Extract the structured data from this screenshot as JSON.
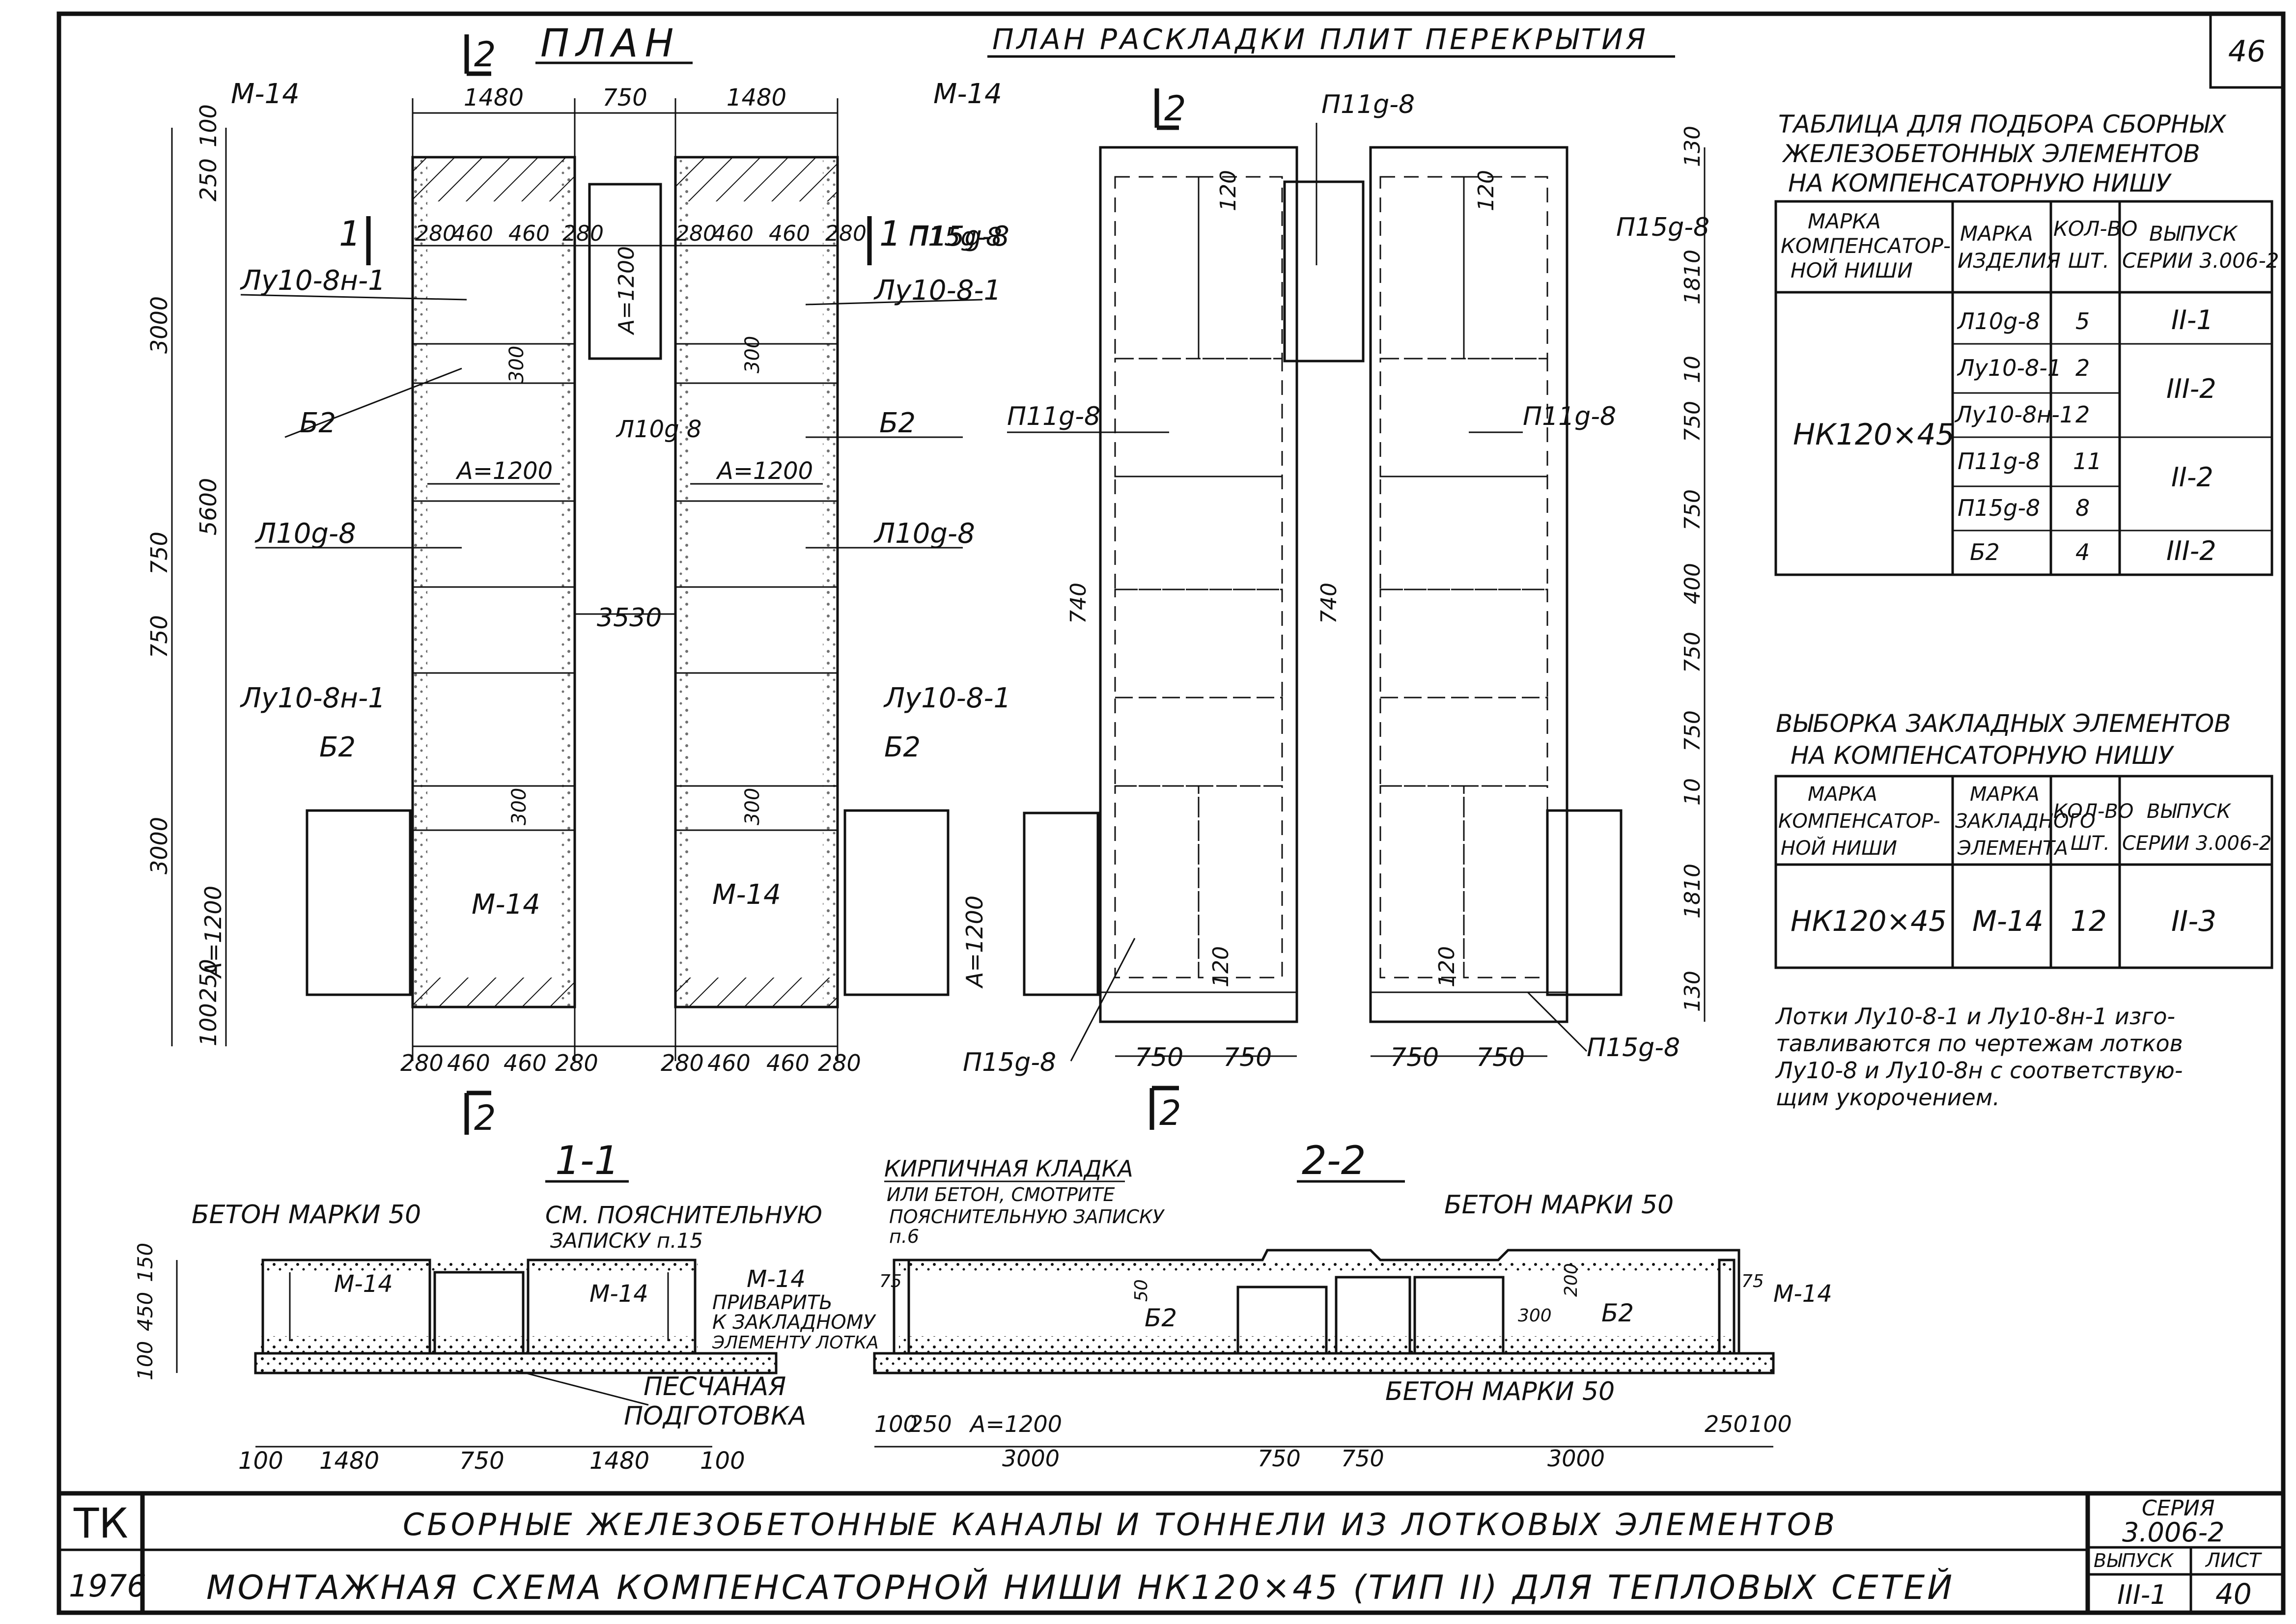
{
  "sheet_number": "46",
  "plan": {
    "title": "ПЛАН",
    "section_mark": "2",
    "dims_top": [
      "1480",
      "750",
      "1480"
    ],
    "dims_bottom": [
      "280",
      "460",
      "460",
      "280"
    ],
    "dims_left": [
      "100",
      "250",
      "3000",
      "5600",
      "750",
      "750",
      "3000",
      "250",
      "100"
    ],
    "dim_A": "A=1200",
    "dim_A_vert": "A=1200",
    "dim_300": "300",
    "dim_3530": "3530",
    "dims_inner": [
      "280",
      "460",
      "460",
      "280"
    ],
    "labels": {
      "m14": "М-14",
      "lu10_8n_1": "Лу10-8н-1",
      "lu10_8_1": "Лу10-8-1",
      "b2": "Б2",
      "l10g_8": "Л10g-8",
      "l10g_8_mid": "Л10g 8",
      "section1": "1",
      "p15g_8": "П15g-8"
    }
  },
  "layout_plan": {
    "title": "ПЛАН РАСКЛАДКИ ПЛИТ ПЕРЕКРЫТИЯ",
    "section_mark": "2",
    "labels": {
      "p11g_8": "П11g-8",
      "p15g_8": "П15g-8"
    },
    "dims_right": [
      "130",
      "1810",
      "10",
      "750",
      "750",
      "400",
      "750",
      "750",
      "10",
      "1810",
      "130"
    ],
    "dim_740": "740",
    "dim_120": "120",
    "dims_bottom": [
      "750",
      "750"
    ]
  },
  "table1": {
    "title": [
      "ТАБЛИЦА ДЛЯ ПОДБОРА СБОРНЫХ",
      "ЖЕЛЕЗОБЕТОННЫХ ЭЛЕМЕНТОВ",
      "НА КОМПЕНСАТОРНУЮ НИШУ"
    ],
    "headers": [
      [
        "МАРКА",
        "КОМПЕНСАТОР-",
        "НОЙ НИШИ"
      ],
      [
        "МАРКА",
        "ИЗДЕЛИЯ"
      ],
      [
        "КОЛ-ВО",
        "ШТ."
      ],
      [
        "ВЫПУСК",
        "СЕРИИ 3.006-2"
      ]
    ],
    "niche": "НК120×45",
    "rows": [
      {
        "item": "Л10g-8",
        "qty": "5"
      },
      {
        "item": "Лу10-8-1",
        "qty": "2"
      },
      {
        "item": "Лу10-8н-1",
        "qty": "2"
      },
      {
        "item": "П11g-8",
        "qty": "11"
      },
      {
        "item": "П15g-8",
        "qty": "8"
      },
      {
        "item": "Б2",
        "qty": "4"
      }
    ],
    "issues": [
      "II-1",
      "III-2",
      "II-2",
      "III-2"
    ]
  },
  "table2": {
    "title": [
      "ВЫБОРКА ЗАКЛАДНЫХ ЭЛЕМЕНТОВ",
      "НА КОМПЕНСАТОРНУЮ НИШУ"
    ],
    "headers": [
      [
        "МАРКА",
        "КОМПЕНСАТОР-",
        "НОЙ НИШИ"
      ],
      [
        "МАРКА",
        "ЗАКЛАДНОГО",
        "ЭЛЕМЕНТА"
      ],
      [
        "КОЛ-ВО",
        "ШТ."
      ],
      [
        "ВЫПУСК",
        "СЕРИИ 3.006-2"
      ]
    ],
    "row": {
      "niche": "НК120×45",
      "item": "М-14",
      "qty": "12",
      "issue": "II-3"
    }
  },
  "note": [
    "Лотки Лу10-8-1 и Лу10-8н-1 изго-",
    "тавливаются по чертежам лотков",
    "Лу10-8 и Лу10-8н с соответствую-",
    "щим укорочением."
  ],
  "section11": {
    "title": "1-1",
    "concrete": "БЕТОН МАРКИ 50",
    "see_note": [
      "СМ. ПОЯСНИТЕЛЬНУЮ",
      "ЗАПИСКУ п.15"
    ],
    "m14": "М-14",
    "sand": [
      "ПЕСЧАНАЯ",
      "ПОДГОТОВКА"
    ],
    "dims_left": [
      "150",
      "450",
      "100"
    ],
    "dims_bottom": [
      "100",
      "1480",
      "750",
      "1480",
      "100"
    ]
  },
  "section22": {
    "title": "2-2",
    "brick": [
      "КИРПИЧНАЯ КЛАДКА",
      "ИЛИ БЕТОН, СМОТРИТЕ",
      "ПОЯСНИТЕЛЬНУЮ ЗАПИСКУ",
      "п.6"
    ],
    "weld": [
      "ПРИВАРИТЬ",
      "К ЗАКЛАДНОМУ",
      "ЭЛЕМЕНТУ ЛОТКА"
    ],
    "m14": "М-14",
    "b2": "Б2",
    "concrete": "БЕТОН МАРКИ 50",
    "concrete2": "БЕТОН МАРКИ 50",
    "dims": [
      "75",
      "50",
      "200",
      "300",
      "75"
    ],
    "dims_bottom": [
      "100",
      "250",
      "A=1200",
      "3000",
      "750",
      "750",
      "3000",
      "250",
      "100"
    ]
  },
  "title_block": {
    "org": "ТК",
    "year": "1976",
    "line1": "СБОРНЫЕ ЖЕЛЕЗОБЕТОННЫЕ КАНАЛЫ И ТОННЕЛИ ИЗ ЛОТКОВЫХ ЭЛЕМЕНТОВ",
    "line2": "МОНТАЖНАЯ СХЕМА КОМПЕНСАТОРНОЙ НИШИ НК120×45 (ТИП II) ДЛЯ ТЕПЛОВЫХ СЕТЕЙ",
    "series_label": "СЕРИЯ",
    "series": "3.006-2",
    "issue_label": "ВЫПУСК",
    "issue": "III-1",
    "sheet_label": "ЛИСТ",
    "sheet": "40"
  }
}
